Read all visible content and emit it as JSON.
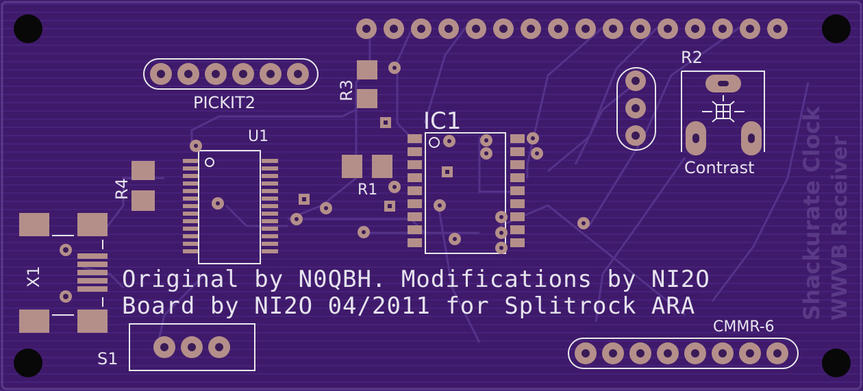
{
  "board": {
    "background": "#3f1a6b",
    "silkscreen_color": "#e8e8ea",
    "pad_color": "#b48f8a",
    "credits": {
      "line1": "Original by N0QBH. Modifications by NI2O",
      "line2": "Board by NI2O 04/2011 for Splitrock ARA"
    },
    "side_text": {
      "line1": "Shackurate Clock",
      "line2": "WWVB Receiver"
    }
  },
  "components": {
    "pickit": "PICKIT2",
    "u1": "U1",
    "ic1": "IC1",
    "r1": "R1",
    "r2": "R2",
    "r3": "R3",
    "r4": "R4",
    "x1": "X1",
    "s1": "S1",
    "contrast": "Contrast",
    "cmmr": "CMMR-6"
  }
}
